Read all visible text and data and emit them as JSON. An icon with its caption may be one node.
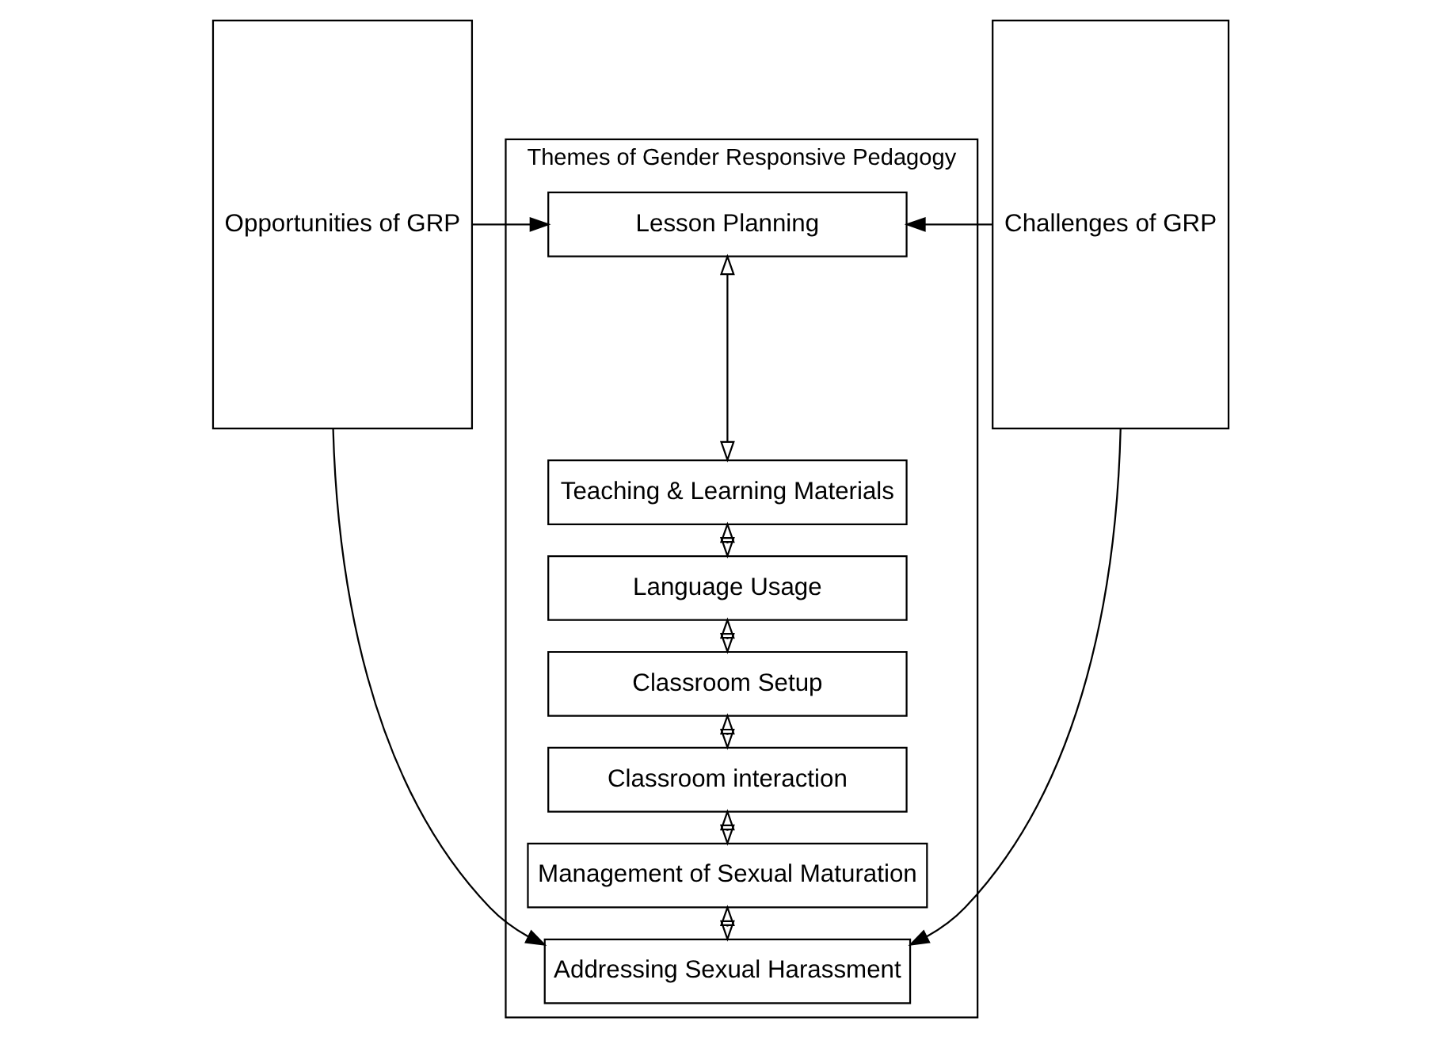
{
  "diagram": {
    "nodes": [
      {
        "text": [
          "Opportunities of GRP"
        ]
      },
      {
        "text": [
          "Challenges of GRP"
        ]
      },
      {
        "text": [
          "Themes of Gender Responsive Pedagogy"
        ]
      },
      {
        "text": [
          "Lesson Planning"
        ],
        "in": 2
      },
      {
        "text": [
          "Teaching & Learning Materials"
        ],
        "in": 2
      },
      {
        "text": [
          "Language Usage"
        ],
        "in": 2
      },
      {
        "text": [
          "Classroom Setup"
        ],
        "in": 2
      },
      {
        "text": [
          "Classroom interaction"
        ],
        "in": 2
      },
      {
        "text": [
          "Management of Sexual Maturation"
        ],
        "in": 2
      },
      {
        "text": [
          "Addressing Sexual Harassment"
        ],
        "in": 2
      }
    ],
    "edges": [
      {
        "from": 0,
        "to": 3,
        "arrow": "to"
      },
      {
        "from": 1,
        "to": 3,
        "arrow": "to"
      },
      {
        "from": 3,
        "to": 4,
        "arrow": "both"
      },
      {
        "from": 4,
        "to": 5,
        "arrow": "both"
      },
      {
        "from": 5,
        "to": 6,
        "arrow": "both"
      },
      {
        "from": 6,
        "to": 7,
        "arrow": "both"
      },
      {
        "from": 7,
        "to": 8,
        "arrow": "both"
      },
      {
        "from": 8,
        "to": 9,
        "arrow": "both"
      },
      {
        "from": 0,
        "to": 9,
        "arrow": "to"
      },
      {
        "from": 1,
        "to": 9,
        "arrow": "to"
      }
    ]
  }
}
